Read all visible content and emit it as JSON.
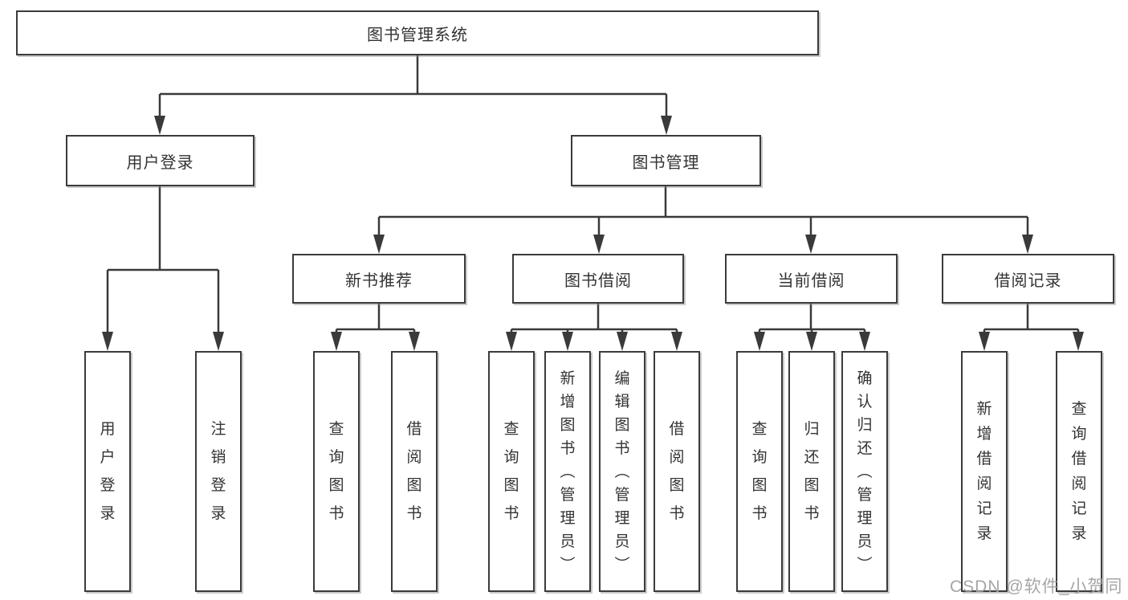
{
  "tree": {
    "root": {
      "label": "图书管理系统"
    },
    "user_login": {
      "label": "用户登录",
      "children": [
        {
          "label": "用户登录"
        },
        {
          "label": "注销登录"
        }
      ]
    },
    "book_mgmt": {
      "label": "图书管理",
      "sections": [
        {
          "label": "新书推荐",
          "children": [
            {
              "label": "查询图书"
            },
            {
              "label": "借阅图书"
            }
          ]
        },
        {
          "label": "图书借阅",
          "children": [
            {
              "label": "查询图书"
            },
            {
              "label": "新增图书（管理员）"
            },
            {
              "label": "编辑图书（管理员）"
            },
            {
              "label": "借阅图书"
            }
          ]
        },
        {
          "label": "当前借阅",
          "children": [
            {
              "label": "查询图书"
            },
            {
              "label": "归还图书"
            },
            {
              "label": "确认归还（管理员）"
            }
          ]
        },
        {
          "label": "借阅记录",
          "children": [
            {
              "label": "新增借阅记录"
            },
            {
              "label": "查询借阅记录"
            }
          ]
        }
      ]
    }
  },
  "watermark": {
    "text": "CSDN @软件_小贺同学"
  },
  "colors": {
    "line": "#3a3a3a",
    "box_border": "#3b3b3b",
    "text": "#333333",
    "watermark": "#9e9ea0",
    "background": "#ffffff"
  }
}
